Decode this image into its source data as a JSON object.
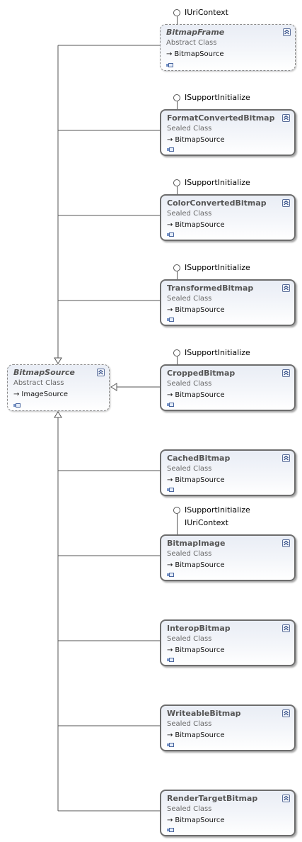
{
  "base_class": {
    "name": "BitmapSource",
    "kind": "Abstract Class",
    "base": "ImageSource"
  },
  "derived_classes": [
    {
      "name": "BitmapFrame",
      "kind": "Abstract Class",
      "base": "BitmapSource",
      "interfaces": [
        "IUriContext"
      ]
    },
    {
      "name": "FormatConvertedBitmap",
      "kind": "Sealed Class",
      "base": "BitmapSource",
      "interfaces": [
        "ISupportInitialize"
      ]
    },
    {
      "name": "ColorConvertedBitmap",
      "kind": "Sealed Class",
      "base": "BitmapSource",
      "interfaces": [
        "ISupportInitialize"
      ]
    },
    {
      "name": "TransformedBitmap",
      "kind": "Sealed Class",
      "base": "BitmapSource",
      "interfaces": [
        "ISupportInitialize"
      ]
    },
    {
      "name": "CroppedBitmap",
      "kind": "Sealed Class",
      "base": "BitmapSource",
      "interfaces": [
        "ISupportInitialize"
      ]
    },
    {
      "name": "CachedBitmap",
      "kind": "Sealed Class",
      "base": "BitmapSource",
      "interfaces": []
    },
    {
      "name": "BitmapImage",
      "kind": "Sealed Class",
      "base": "BitmapSource",
      "interfaces": [
        "ISupportInitialize",
        "IUriContext"
      ]
    },
    {
      "name": "InteropBitmap",
      "kind": "Sealed Class",
      "base": "BitmapSource",
      "interfaces": []
    },
    {
      "name": "WriteableBitmap",
      "kind": "Sealed Class",
      "base": "BitmapSource",
      "interfaces": []
    },
    {
      "name": "RenderTargetBitmap",
      "kind": "Sealed Class",
      "base": "BitmapSource",
      "interfaces": []
    }
  ],
  "icons": {
    "collapse": "double-chevron-up-icon",
    "inherits": "arrow-right-icon",
    "expand_members": "class-members-icon",
    "interface": "lollipop-interface-icon"
  },
  "colors": {
    "box_border": "#6d6d6d",
    "box_fill_top": "#e9edf5",
    "title_text": "#555555",
    "connector": "#555555"
  }
}
